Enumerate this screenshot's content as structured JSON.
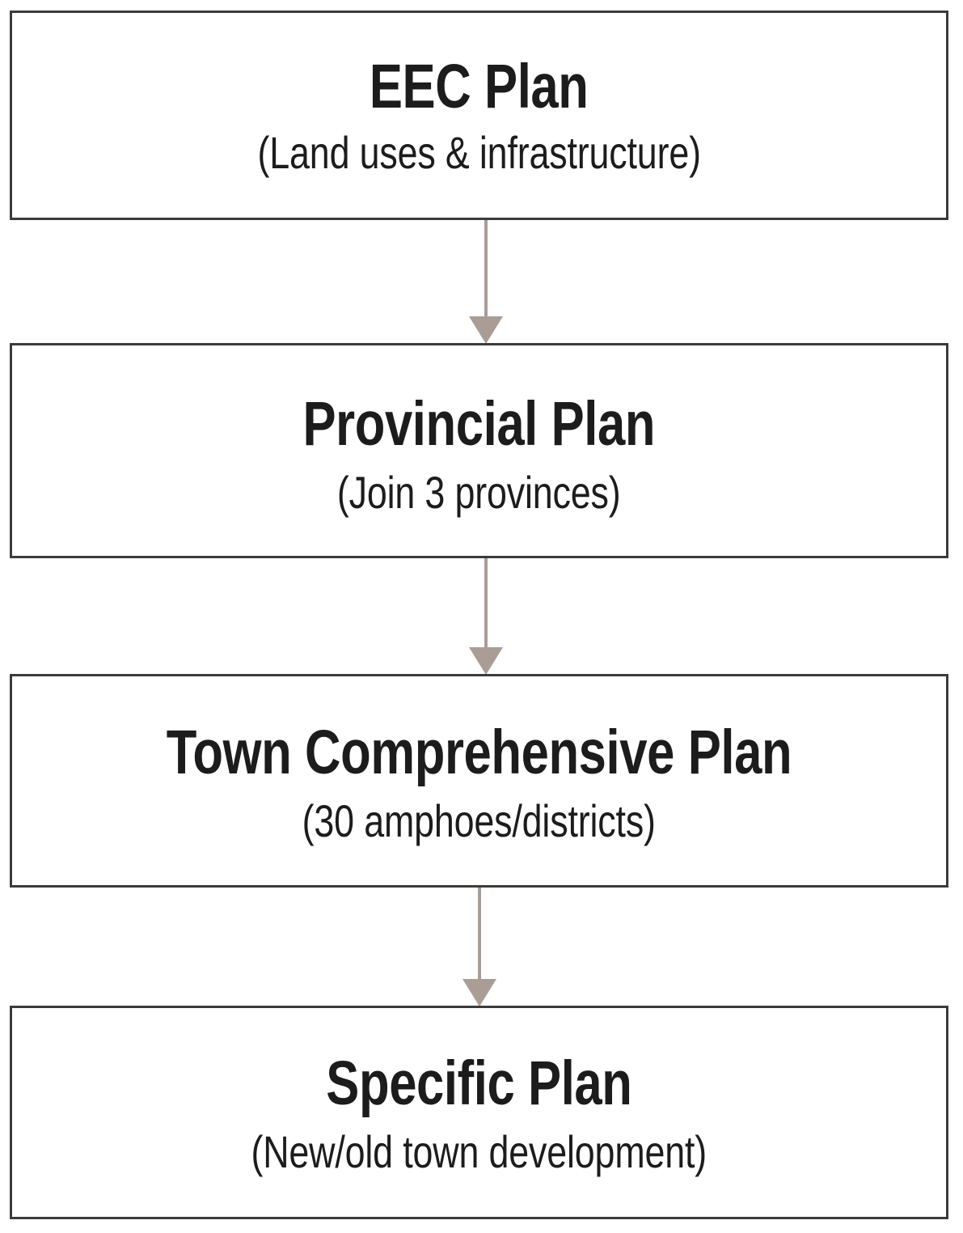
{
  "diagram": {
    "type": "vertical-flowchart",
    "orientation": "top-to-bottom",
    "colors": {
      "box_border": "#3b3b3b",
      "box_fill": "#ffffff",
      "text": "#1c1c1c",
      "arrow": "#a99d96",
      "background": "#ffffff"
    },
    "nodes": [
      {
        "id": "eec-plan",
        "title": "EEC Plan",
        "subtitle": "(Land uses & infrastructure)"
      },
      {
        "id": "provincial-plan",
        "title": "Provincial Plan",
        "subtitle": "(Join 3 provinces)"
      },
      {
        "id": "town-comprehensive-plan",
        "title": "Town Comprehensive Plan",
        "subtitle": "(30 amphoes/districts)"
      },
      {
        "id": "specific-plan",
        "title": "Specific Plan",
        "subtitle": "(New/old town development)"
      }
    ],
    "connectors": [
      {
        "id": "arrow-1",
        "from": "eec-plan",
        "to": "provincial-plan",
        "icon": "arrow-down-icon"
      },
      {
        "id": "arrow-2",
        "from": "provincial-plan",
        "to": "town-comprehensive-plan",
        "icon": "arrow-down-icon"
      },
      {
        "id": "arrow-3",
        "from": "town-comprehensive-plan",
        "to": "specific-plan",
        "icon": "arrow-down-icon"
      }
    ]
  }
}
